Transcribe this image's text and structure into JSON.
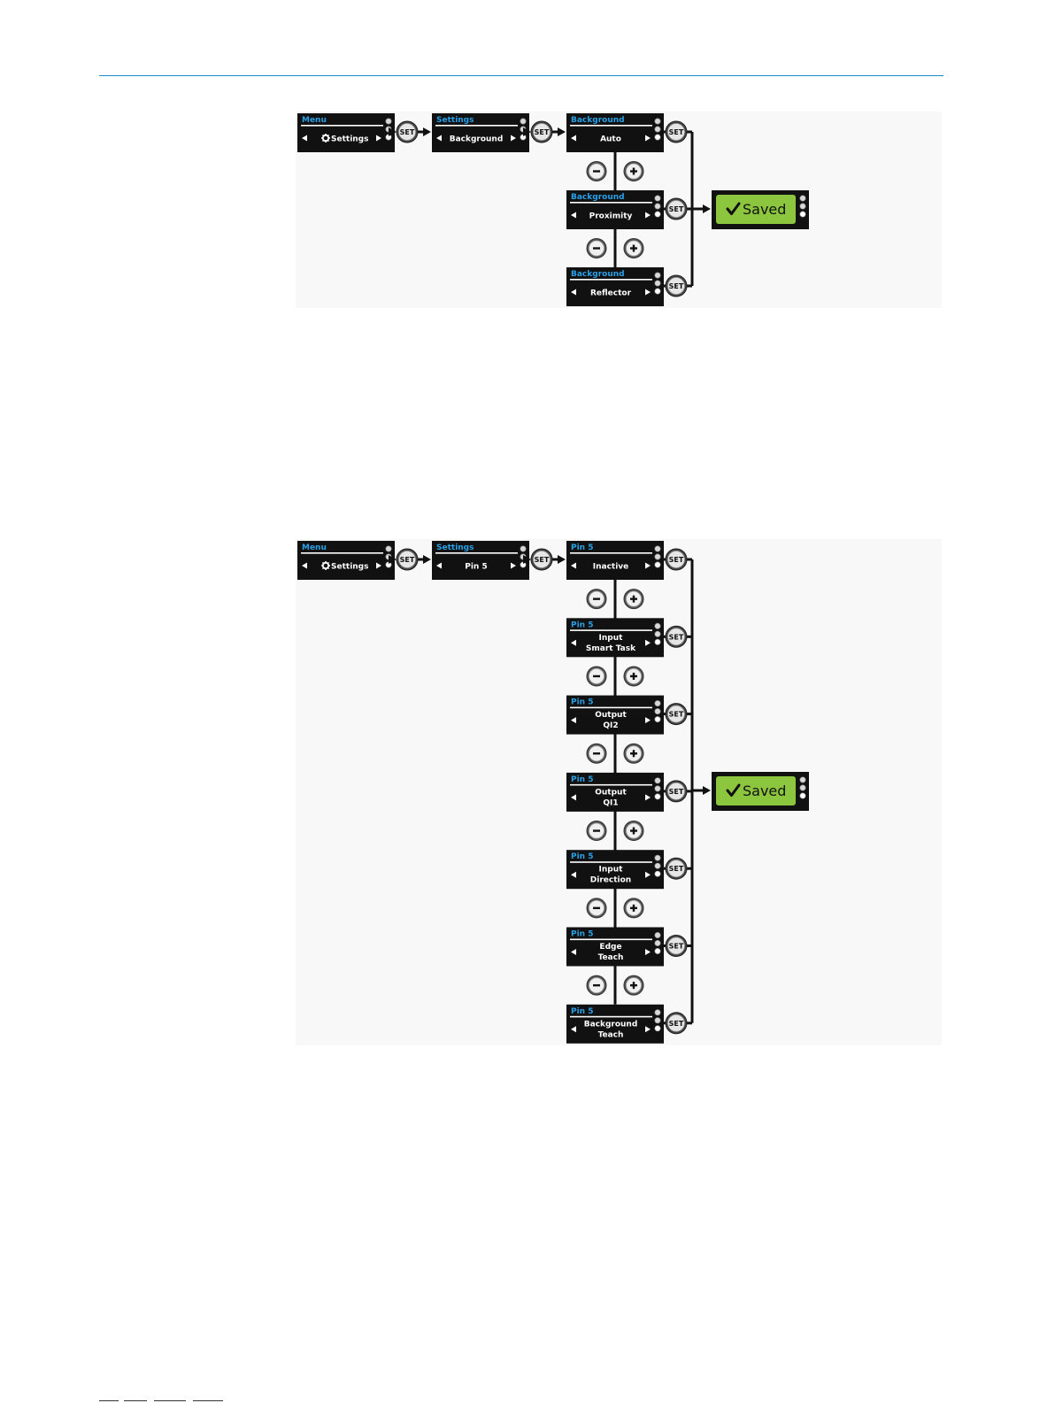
{
  "set_label": "SET",
  "minus_label": "−",
  "plus_label": "+",
  "saved_label": "Saved",
  "colors": {
    "screen_bg": "#111111",
    "screen_title": "#2aa0e6",
    "screen_text": "#ffffff",
    "saved_green": "#8cc63f",
    "accent_line": "#1b8cc8",
    "connector": "#111111"
  },
  "icons": {
    "settings_gear": "gear-icon",
    "left_arrow": "left-arrow-icon",
    "right_arrow": "right-arrow-icon",
    "status_dots": "status-indicators-icon",
    "saved_check": "checkmark-icon"
  },
  "flow1": {
    "nav": [
      {
        "title": "Menu",
        "value": "Settings",
        "gear": true
      },
      {
        "title": "Settings",
        "value": "Background"
      }
    ],
    "options": [
      {
        "title": "Background",
        "lines": [
          "Auto"
        ]
      },
      {
        "title": "Background",
        "lines": [
          "Proximity"
        ]
      },
      {
        "title": "Background",
        "lines": [
          "Reflector"
        ]
      }
    ]
  },
  "flow2": {
    "nav": [
      {
        "title": "Menu",
        "value": "Settings",
        "gear": true
      },
      {
        "title": "Settings",
        "value": "Pin 5"
      }
    ],
    "options": [
      {
        "title": "Pin 5",
        "lines": [
          "Inactive"
        ]
      },
      {
        "title": "Pin 5",
        "lines": [
          "Input",
          "Smart Task"
        ]
      },
      {
        "title": "Pin 5",
        "lines": [
          "Output",
          "QI2"
        ]
      },
      {
        "title": "Pin 5",
        "lines": [
          "Output",
          "QI1"
        ]
      },
      {
        "title": "Pin 5",
        "lines": [
          "Input",
          "Direction"
        ]
      },
      {
        "title": "Pin 5",
        "lines": [
          "Edge",
          "Teach"
        ]
      },
      {
        "title": "Pin 5",
        "lines": [
          "Background",
          "Teach"
        ]
      }
    ]
  }
}
